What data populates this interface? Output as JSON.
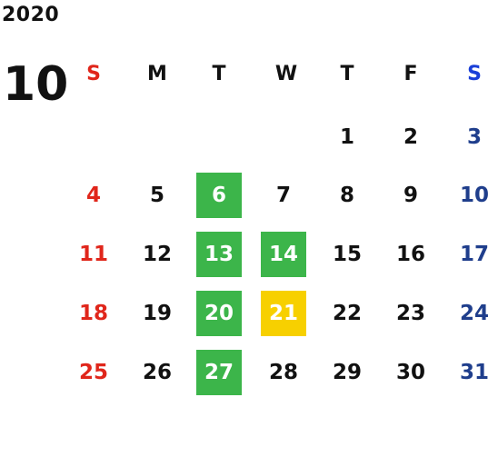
{
  "year": "2020",
  "month": "10",
  "weekdays": [
    "S",
    "M",
    "T",
    "W",
    "T",
    "F",
    "S"
  ],
  "weeks": [
    [
      "",
      "",
      "",
      "",
      "1",
      "2",
      "3"
    ],
    [
      "4",
      "5",
      "6",
      "7",
      "8",
      "9",
      "10"
    ],
    [
      "11",
      "12",
      "13",
      "14",
      "15",
      "16",
      "17"
    ],
    [
      "18",
      "19",
      "20",
      "21",
      "22",
      "23",
      "24"
    ],
    [
      "25",
      "26",
      "27",
      "28",
      "29",
      "30",
      "31"
    ]
  ],
  "highlights": {
    "green": [
      "6",
      "13",
      "14",
      "20",
      "27"
    ],
    "yellow": [
      "21"
    ]
  },
  "colors": {
    "sunday": "#e0261b",
    "saturday_header": "#1a3fd8",
    "saturday": "#1f3e8c",
    "green_highlight": "#3cb54a",
    "yellow_highlight": "#f7d000"
  }
}
